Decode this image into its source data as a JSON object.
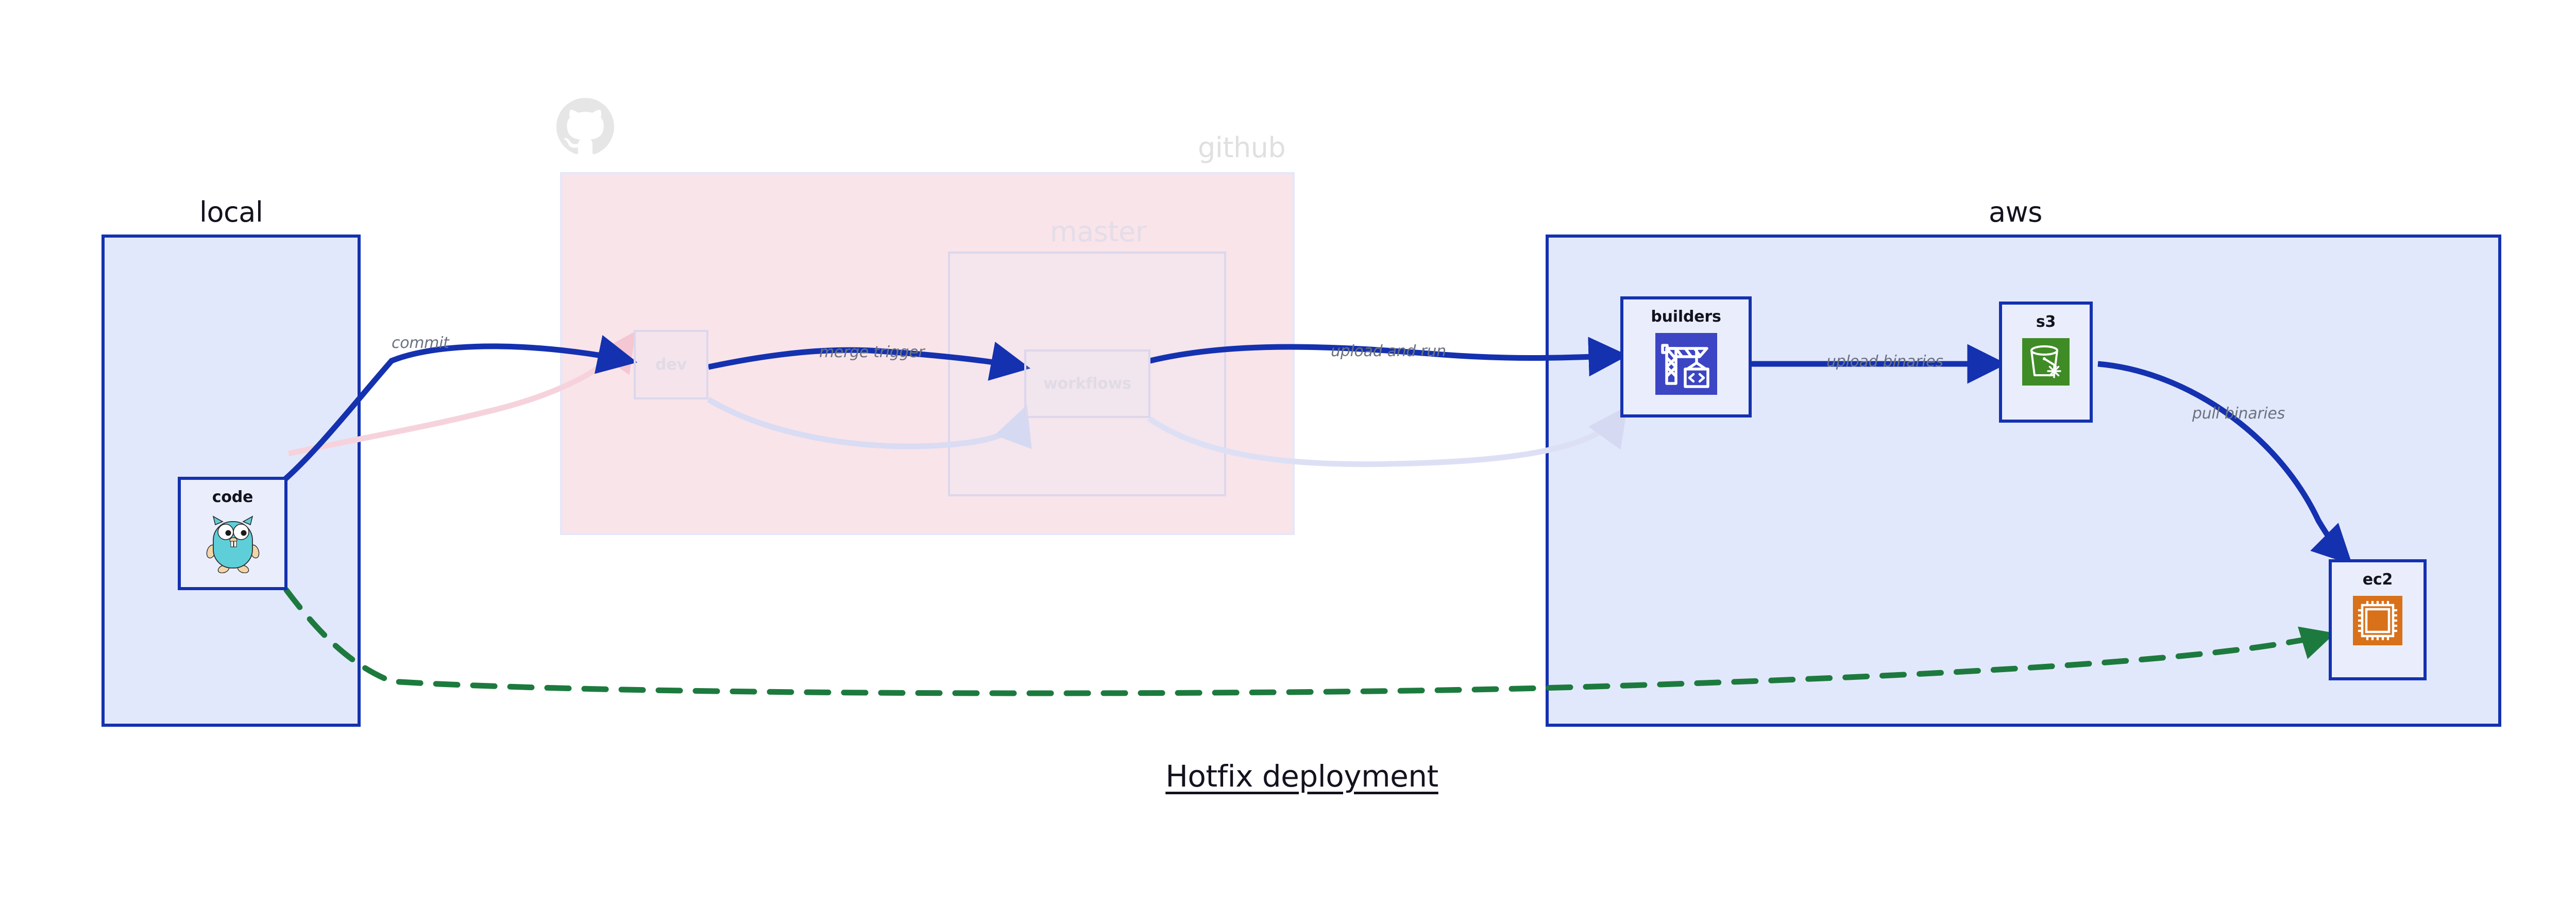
{
  "diagram": {
    "title": "Hotfix deployment"
  },
  "clusters": [
    {
      "id": "local",
      "label": "local",
      "style": "solid"
    },
    {
      "id": "github",
      "label": "github",
      "style": "faded"
    },
    {
      "id": "master",
      "label": "master",
      "style": "faded-inner"
    },
    {
      "id": "aws",
      "label": "aws",
      "style": "solid"
    }
  ],
  "nodes": [
    {
      "id": "code",
      "label": "code",
      "icon": "go-gopher-icon",
      "state": "active"
    },
    {
      "id": "dev",
      "label": "dev",
      "icon": "branch-icon",
      "state": "faded"
    },
    {
      "id": "workflows",
      "label": "workflows",
      "icon": "workflow-icon",
      "state": "faded"
    },
    {
      "id": "builders",
      "label": "builders",
      "icon": "aws-codebuild-icon",
      "state": "active"
    },
    {
      "id": "s3",
      "label": "s3",
      "icon": "aws-s3-bucket-icon",
      "state": "active"
    },
    {
      "id": "ec2",
      "label": "ec2",
      "icon": "aws-ec2-chip-icon",
      "state": "active"
    }
  ],
  "edges": [
    {
      "id": "commit",
      "label": "commit",
      "from": "code",
      "to": "dev",
      "style": "solid-blue"
    },
    {
      "id": "merge-trigger",
      "label": "merge trigger",
      "from": "dev",
      "to": "workflows",
      "style": "solid-blue"
    },
    {
      "id": "upload-and-run",
      "label": "upload and run",
      "from": "workflows",
      "to": "builders",
      "style": "solid-blue"
    },
    {
      "id": "upload-binaries",
      "label": "upload binaries",
      "from": "builders",
      "to": "s3",
      "style": "solid-blue"
    },
    {
      "id": "pull-binaries",
      "label": "pull binaries",
      "from": "s3",
      "to": "ec2",
      "style": "solid-blue"
    },
    {
      "id": "hotfix-direct",
      "label": "",
      "from": "code",
      "to": "ec2",
      "style": "dashed-green"
    },
    {
      "id": "faded-code-dev",
      "label": "",
      "from": "code",
      "to": "dev",
      "style": "faded-pink"
    },
    {
      "id": "faded-dev-wf",
      "label": "",
      "from": "dev",
      "to": "workflows",
      "style": "faded-lavender"
    },
    {
      "id": "faded-wf-build",
      "label": "",
      "from": "workflows",
      "to": "builders",
      "style": "faded-lavender"
    }
  ],
  "colors": {
    "primary_blue": "#1431b0",
    "cluster_blue_fill": "#e2e8fb",
    "node_blue_fill": "#eaeefc",
    "github_pink_fill": "#f9e4ea",
    "dashed_green": "#1d7a3e",
    "label_gray": "#6b7280",
    "aws_codebuild_blue": "#3c45c4",
    "aws_s3_green": "#3f8c26",
    "aws_ec2_orange": "#d9701a",
    "gopher_cyan": "#5ecfd8",
    "title_ink": "#13131f"
  }
}
